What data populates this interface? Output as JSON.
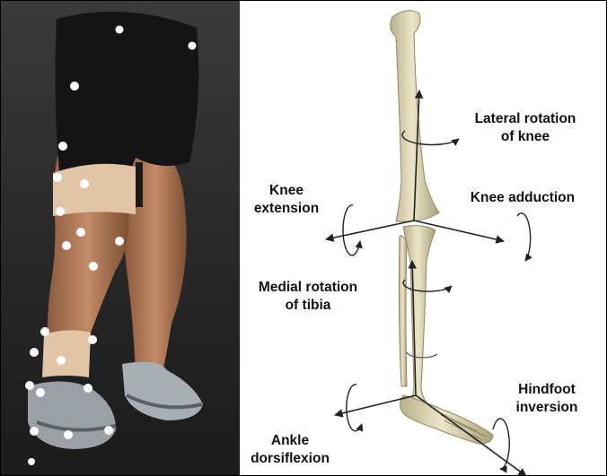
{
  "labels": {
    "lateral_rotation": [
      "Lateral rotation",
      "of knee"
    ],
    "knee_extension": [
      "Knee",
      "extension"
    ],
    "knee_adduction": [
      "Knee adduction"
    ],
    "medial_rotation": [
      "Medial rotation",
      "of tibia"
    ],
    "hindfoot_inversion": [
      "Hindfoot",
      "inversion"
    ],
    "ankle_dorsiflexion": [
      "Ankle",
      "dorsiflexion"
    ]
  },
  "colors": {
    "background": "#ffffff",
    "photo_background": "#2a2a2a",
    "bone": "#e8e2c4",
    "bone_shadow": "#b8b08a",
    "axis": "#222222",
    "marker": "#ffffff",
    "skin": "#b9805e",
    "shorts": "#141414",
    "shoe": "#9aa0a6"
  },
  "icons": [
    "reflective-marker-icon",
    "rotation-arrow-icon",
    "axis-arrow-icon"
  ]
}
